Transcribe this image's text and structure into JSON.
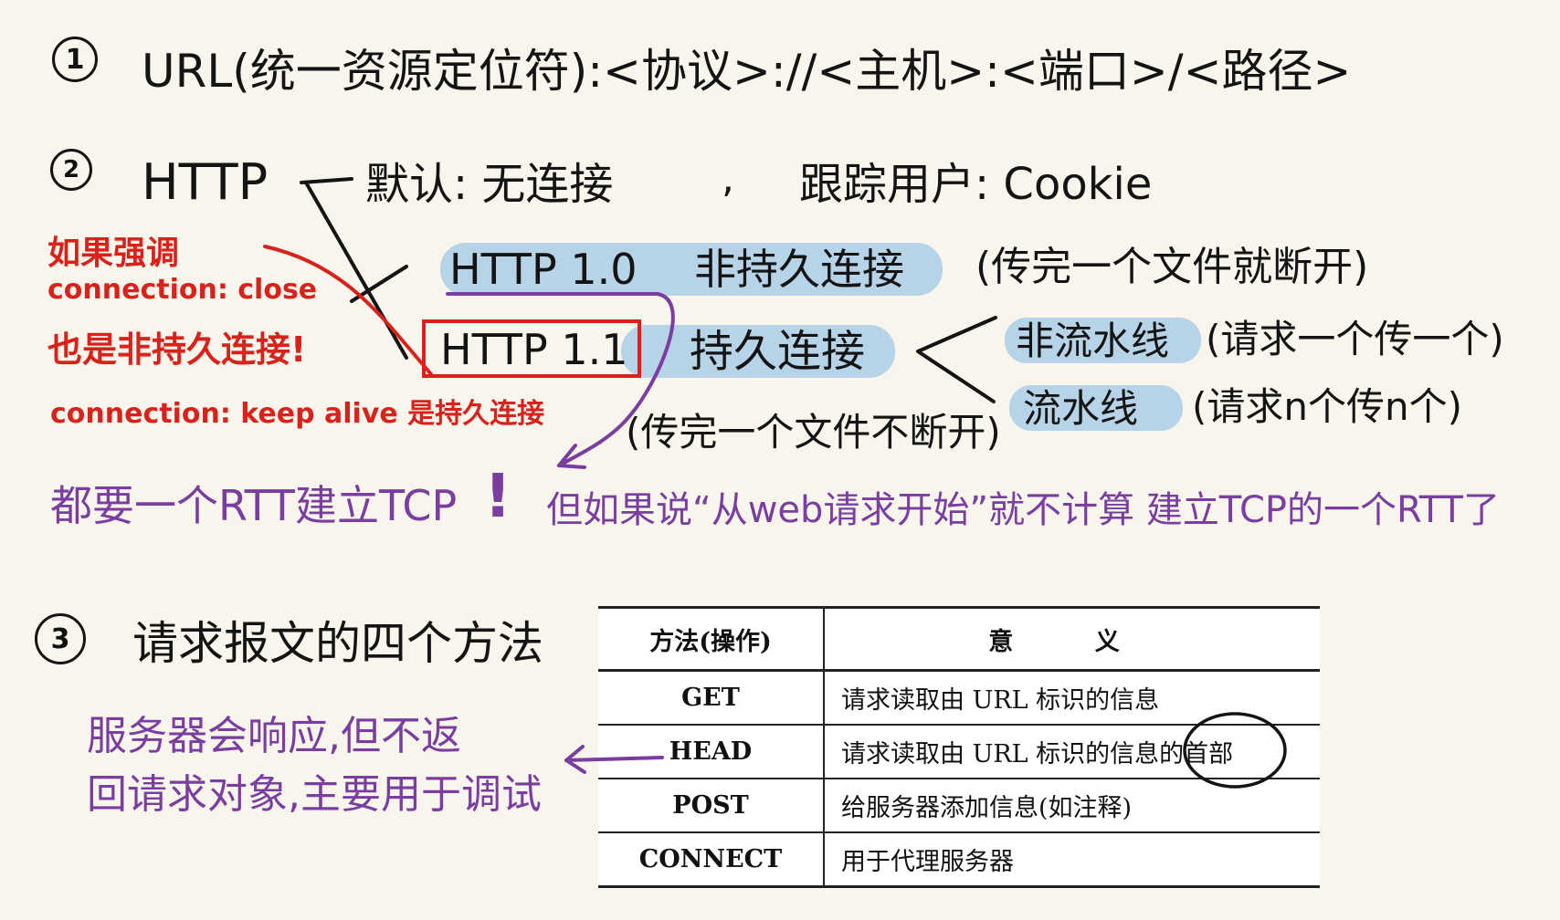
{
  "section1": {
    "number": "1",
    "text": "URL(统一资源定位符):<协议>://<主机>:<端口>/<路径>"
  },
  "section2": {
    "number": "2",
    "http_label": "HTTP",
    "default_text": "默认: 无连接",
    "comma": ",",
    "tracking_text": "跟踪用户: Cookie",
    "http10": "HTTP 1.0",
    "http10_type": "非持久连接",
    "http10_note": "(传完一个文件就断开)",
    "http11": "HTTP 1.1",
    "http11_type": "持久连接",
    "http11_note": "(传完一个文件不断开)",
    "non_pipeline": "非流水线",
    "non_pipeline_note": "(请求一个传一个)",
    "pipeline": "流水线",
    "pipeline_note": "(请求n个传n个)",
    "red_note_line1": "如果强调",
    "red_note_line2": "connection: close",
    "red_note_line3": "也是非持久连接!",
    "red_note_line4": "connection: keep alive 是持久连接",
    "purple_note_left": "都要一个RTT建立TCP",
    "exclamation": "!",
    "purple_note_right": "但如果说“从web请求开始”就不计算 建立TCP的一个RTT了"
  },
  "section3": {
    "number": "3",
    "title": "请求报文的四个方法",
    "side_note_line1": "服务器会响应,但不返",
    "side_note_line2": "回请求对象,主要用于调试",
    "table": {
      "headers": [
        "方法(操作)",
        "意 义"
      ],
      "rows": [
        {
          "method": "GET",
          "meaning": "请求读取由 URL 标识的信息"
        },
        {
          "method": "HEAD",
          "meaning": "请求读取由 URL 标识的信息的首部"
        },
        {
          "method": "POST",
          "meaning": "给服务器添加信息(如注释)"
        },
        {
          "method": "CONNECT",
          "meaning": "用于代理服务器"
        }
      ]
    }
  },
  "colors": {
    "background": "#f8f6ec",
    "ink": "#141414",
    "red": "#d8231c",
    "purple": "#7a3da0",
    "highlight": "#b7d3e8"
  }
}
